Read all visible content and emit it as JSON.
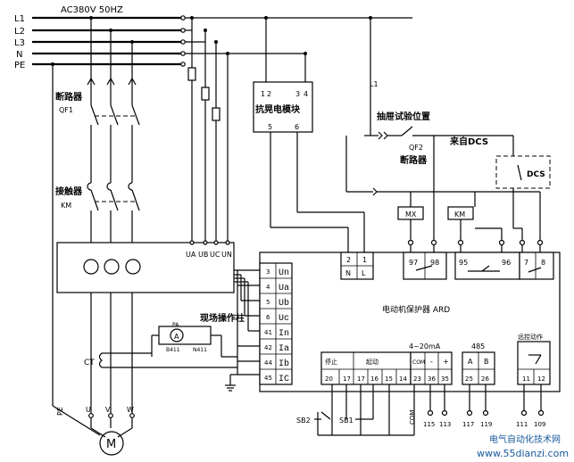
{
  "supply": {
    "spec": "AC380V  50HZ",
    "lines": [
      "L1",
      "L2",
      "L3",
      "N",
      "PE"
    ]
  },
  "components": {
    "breaker_label": "断路器",
    "breaker_code": "QF1",
    "contactor_label": "接触器",
    "contactor_code": "KM",
    "antisurge_module": "抗晃电模块",
    "antisurge_terminals": [
      "1",
      "2",
      "3",
      "4",
      "5",
      "6"
    ],
    "l1_tap": "L1",
    "drawer_test_position": "抽屉试验位置",
    "qf2_code": "QF2",
    "qf2_label": "断路器",
    "from_dcs": "来自DCS",
    "dcs_box": "DCS",
    "mx": "MX",
    "km_coil": "KM",
    "field_column": "现场操作柱",
    "ct_label": "CT",
    "pe_label": "PE",
    "motor": "M",
    "ammeter_top": "PA",
    "ammeter_symbol": "A",
    "ammeter_left": "B411",
    "ammeter_right": "N411",
    "motor_phases": [
      "U",
      "V",
      "W"
    ],
    "voltage_terms": [
      "UA",
      "UB",
      "UC",
      "UN"
    ]
  },
  "protector": {
    "title": "电动机保护器 ARD",
    "left_terms": [
      {
        "num": "3",
        "name": "Un"
      },
      {
        "num": "4",
        "name": "Ua"
      },
      {
        "num": "5",
        "name": "Ub"
      },
      {
        "num": "6",
        "name": "Uc"
      },
      {
        "num": "41",
        "name": "In"
      },
      {
        "num": "42",
        "name": "Ia"
      },
      {
        "num": "44",
        "name": "Ib"
      },
      {
        "num": "45",
        "name": "IC"
      }
    ],
    "power_terms": [
      "2",
      "1"
    ],
    "power_labels": [
      "N",
      "L"
    ],
    "top_terms": [
      "97",
      "98",
      "95",
      "96",
      "7",
      "8"
    ],
    "stop_label": "停止",
    "start_label": "起动",
    "com_label": "COM",
    "ma_label": "4~20mA",
    "plus": "+",
    "minus": "-",
    "rs485": "485",
    "a_label": "A",
    "b_label": "B",
    "remote_label": "远控动作",
    "bottom_terms": [
      "20",
      "17",
      "17",
      "16",
      "15",
      "14",
      "23",
      "36",
      "35",
      "25",
      "26",
      "11",
      "12"
    ]
  },
  "bottom": {
    "sb2": "SB2",
    "sb1": "SB1",
    "com": "COM",
    "outputs": [
      "115",
      "113",
      "117",
      "119",
      "111",
      "109"
    ]
  },
  "watermark": {
    "line1": "电气自动化技术网",
    "line2": "www.55dianzi.com"
  }
}
